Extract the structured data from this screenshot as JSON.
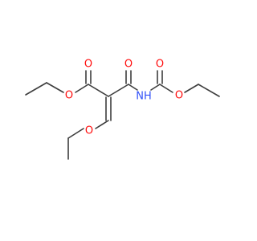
{
  "molecule": {
    "atom_labels": {
      "o_ester_carbonyl": "O",
      "o_ester_ether": "O",
      "o_amide_carbonyl": "O",
      "nh": "NH",
      "o_carbamate_carbonyl": "O",
      "o_carbamate_ether": "O",
      "o_enol_ether": "O"
    },
    "colors": {
      "bond": "#3d3d3d",
      "oxygen": "#ff0d0d",
      "nitrogen": "#3050f8",
      "background": "#ffffff"
    }
  }
}
